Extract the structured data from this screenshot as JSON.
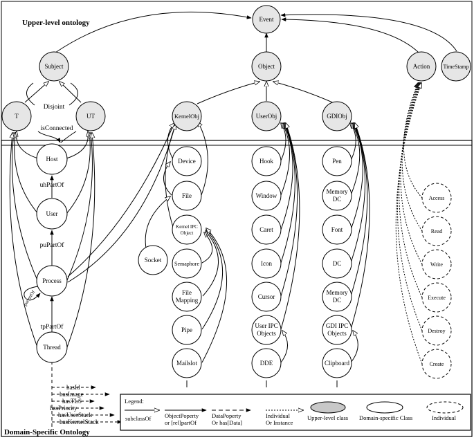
{
  "sections": {
    "upper": "Upper-level ontology",
    "domain": "Domain-Specific Ontology"
  },
  "upper_nodes": {
    "event": "Event",
    "subject": "Subject",
    "object": "Object",
    "action": "Action",
    "timestamp": "TimeStamp",
    "t": "T",
    "ut": "UT",
    "kernelobj": "KernelObj",
    "userobj": "UserObj",
    "gdiobj": "GDIObj"
  },
  "subject_nodes": {
    "host": "Host",
    "user": "User",
    "process": "Process",
    "thread": "Thread"
  },
  "kernel_nodes": {
    "device": "Device",
    "file": "File",
    "kipc_1": "Kernel IPC",
    "kipc_2": "Object",
    "socket": "Socket",
    "semaphore": "Semaphore",
    "filemap_1": "File",
    "filemap_2": "Mapping",
    "pipe": "Pipe",
    "mailslot": "Mailslot"
  },
  "user_nodes": {
    "hook": "Hook",
    "window": "Window",
    "caret": "Caret",
    "icon": "Icon",
    "cursor": "Cursor",
    "uipc_1": "User IPC",
    "uipc_2": "Objects",
    "dde": "DDE"
  },
  "gdi_nodes": {
    "pen": "Pen",
    "memdc1_1": "Memory",
    "memdc1_2": "DC",
    "font": "Font",
    "dc": "DC",
    "memdc2_1": "Memory",
    "memdc2_2": "DC",
    "gipc_1": "GDI IPC",
    "gipc_2": "Objects",
    "clipboard": "Clipboard"
  },
  "individuals": {
    "access": "Access",
    "read": "Read",
    "write": "Write",
    "execute": "Execute",
    "destroy": "Destroy",
    "create": "Create"
  },
  "relations": {
    "disjoint": "Disjoint",
    "isconnected": "isConnected",
    "uhpartof": "uhPartOf",
    "pupartof": "puPartOf",
    "parentof": "parentOf",
    "tppartof": "tpPartOf"
  },
  "data_props": {
    "hasid": "hasId",
    "hasimage": "hasImage",
    "hastls": "hasTLS",
    "haspriority": "hasPriority",
    "hasuserstack": "hasUserStack",
    "haskernelstack": "hasKernelStack"
  },
  "legend": {
    "title": "Legend:",
    "subclassof": "subclassOf",
    "objprop_1": "ObjectPoperty",
    "objprop_2": "or  [rel]partOf",
    "dataprop_1": "DataPoperty",
    "dataprop_2": "Or has[Data]",
    "individual_1": "Individual",
    "individual_2": "Or Instance",
    "upper_class": "Upper-level class",
    "domain_class": "Domain-specific Class",
    "individual": "Individual"
  },
  "colors": {
    "upper_fill": "#e6e6e6",
    "domain_fill": "#ffffff",
    "legend_upper_fill": "#c8c8c8",
    "stroke": "#000000"
  }
}
